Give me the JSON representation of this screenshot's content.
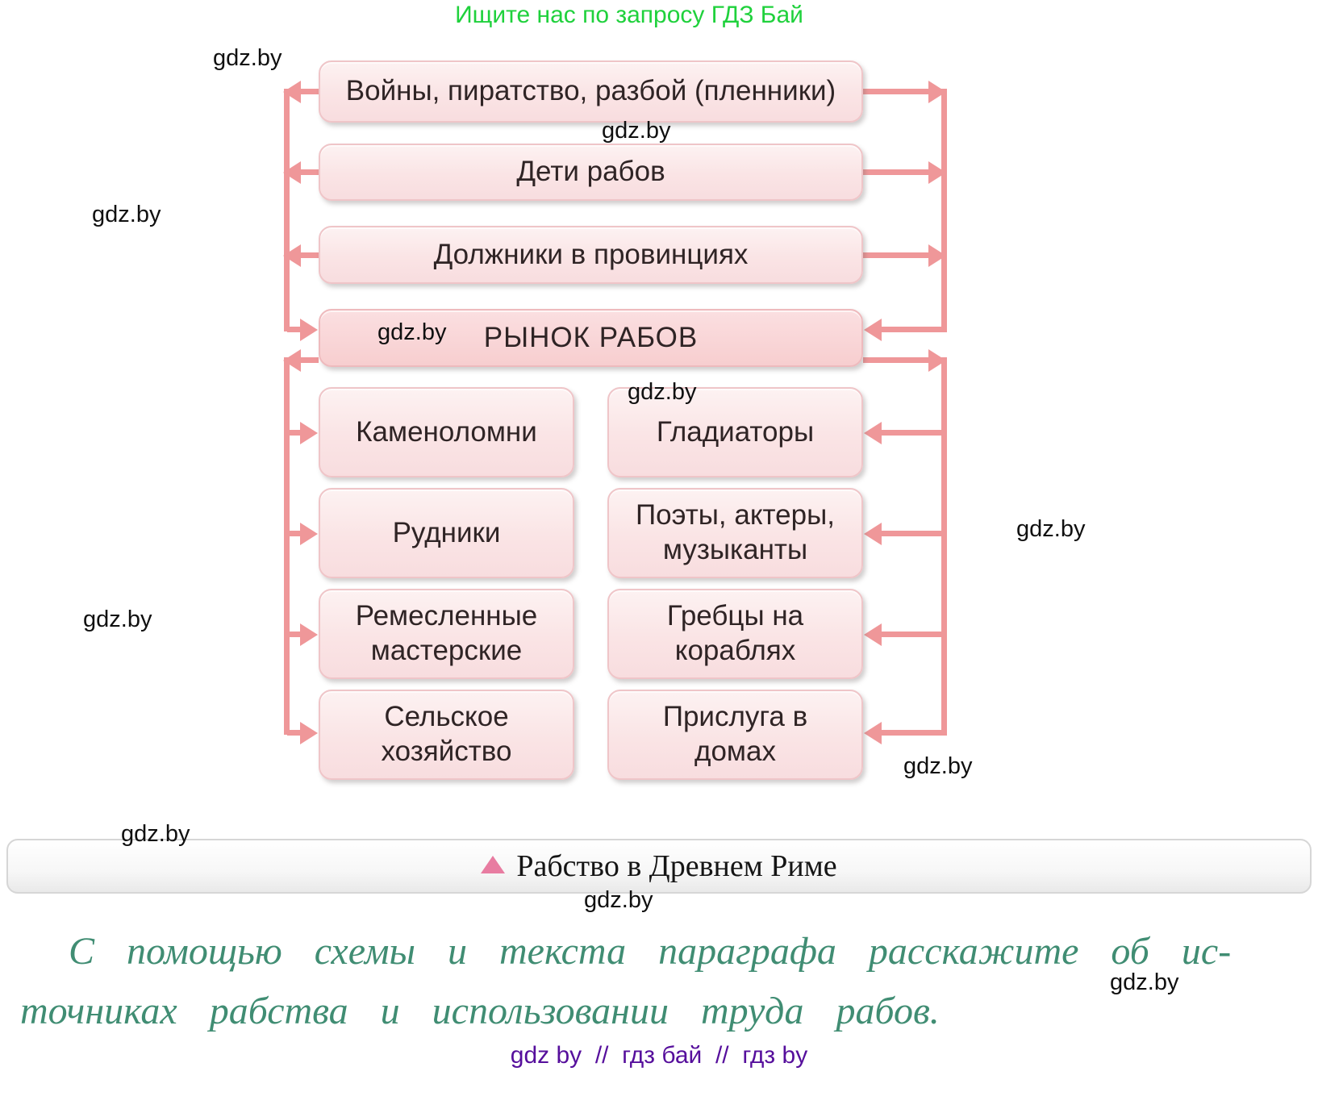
{
  "promo": {
    "text": "Ищите нас по запросу ГДЗ Бай"
  },
  "flowchart": {
    "sources": [
      "Войны, пиратство, разбой (пленники)",
      "Дети рабов",
      "Должники в провинциях"
    ],
    "market_label": "РЫНОК РАБОВ",
    "uses_left": [
      "Каменоломни",
      "Рудники",
      "Ремесленные мастерские",
      "Сельское хозяйство"
    ],
    "uses_right": [
      "Гладиаторы",
      "Поэты, актеры, музыканты",
      "Гребцы на кораблях",
      "Прислуга в домах"
    ]
  },
  "caption": {
    "title": "Рабство в Древнем Риме"
  },
  "task": {
    "line1": "С помощью схемы и текста параграфа расскажите об ис-",
    "line2": "точниках рабства и использовании труда рабов."
  },
  "footer": {
    "text": "gdz by  //  гдз бай  //  гдз by"
  },
  "watermarks": [
    "gdz.by",
    "gdz.by",
    "gdz.by",
    "gdz.by",
    "gdz.by",
    "gdz.by",
    "gdz.by",
    "gdz.by",
    "gdz.by",
    "gdz.by",
    "gdz.by"
  ],
  "colors": {
    "arrow_pink": "#ef9799",
    "box_fill_light": "#fae4e5",
    "box_fill_market": "#f7cecf",
    "box_border": "#efc5c8",
    "promo_green": "#1fd13c",
    "task_teal": "#408d73",
    "footer_purple": "#560f9c",
    "caption_triangle": "#e87ca1",
    "watermark_black": "#101010"
  }
}
